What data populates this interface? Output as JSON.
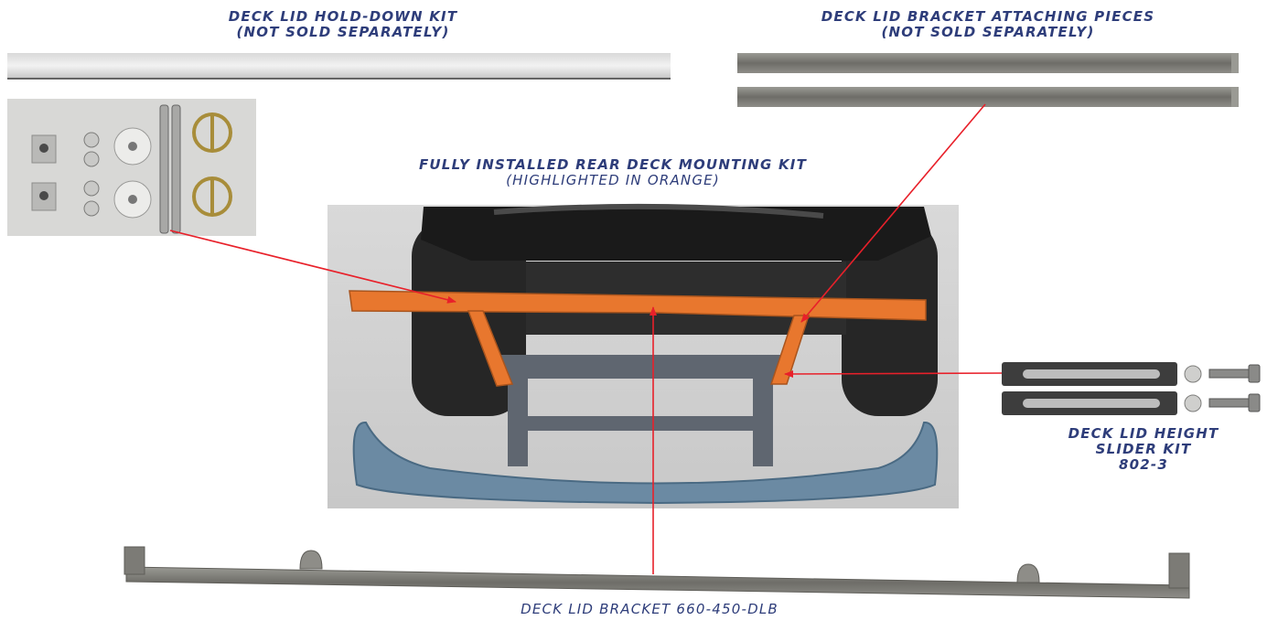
{
  "labels": {
    "hold_down_title": "DECK LID HOLD-DOWN KIT",
    "hold_down_note": "(NOT SOLD SEPARATELY)",
    "attaching_title": "DECK LID BRACKET ATTACHING PIECES",
    "attaching_note": "(NOT SOLD SEPARATELY)",
    "installed_title": "FULLY INSTALLED REAR DECK MOUNTING KIT",
    "installed_note": "(HIGHLIGHTED IN ORANGE)",
    "slider_line1": "DECK LID HEIGHT",
    "slider_line2": "SLIDER KIT",
    "slider_part": "802-3",
    "bracket_label": "DECK LID BRACKET 660-450-DLB"
  },
  "colors": {
    "label_text": "#2e3d7a",
    "arrow": "#e8202a",
    "highlight_orange": "#e8772e",
    "frame_gray": "#5f6670",
    "bumper_blue": "#6b8aa3",
    "steel": "#8a8a84"
  },
  "icons": [
    "mounting-tab-icon",
    "nut-icon",
    "washer-icon",
    "hood-pin-icon",
    "lynch-pin-icon",
    "slider-plate-icon",
    "bolt-icon"
  ]
}
